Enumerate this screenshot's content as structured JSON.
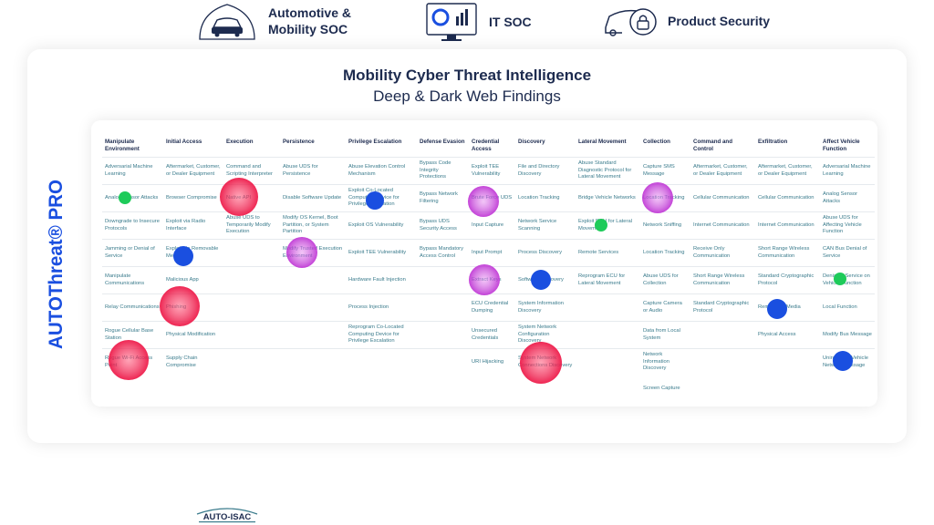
{
  "header": {
    "tiles": [
      {
        "label": "Automotive &\nMobility SOC",
        "icon": "car-shield-icon"
      },
      {
        "label": "IT SOC",
        "icon": "monitor-chart-icon"
      },
      {
        "label": "Product Security",
        "icon": "car-lock-icon"
      }
    ]
  },
  "card": {
    "title": "Mobility Cyber Threat Intelligence",
    "subtitle": "Deep & Dark Web Findings"
  },
  "brand": {
    "text": "AUTOThreat® PRO"
  },
  "logo": {
    "text": "AUTO-ISAC"
  },
  "matrix": {
    "columns": [
      {
        "header": "Manipulate Environment",
        "cells": [
          "Adversarial Machine Learning",
          "Analog Sensor Attacks",
          "Downgrade to Insecure Protocols",
          "Jamming or Denial of Service",
          "Manipulate Communications",
          "Relay Communications",
          "Rogue Cellular Base Station",
          "Rogue Wi-Fi Access Point",
          ""
        ]
      },
      {
        "header": "Initial Access",
        "cells": [
          "Aftermarket, Customer, or Dealer Equipment",
          "Browser Compromise",
          "Exploit via Radio Interface",
          "Exploit via Removable Media",
          "Malicious App",
          "Phishing",
          "Physical Modification",
          "Supply Chain Compromise",
          ""
        ]
      },
      {
        "header": "Execution",
        "cells": [
          "Command and Scripting Interpreter",
          "Native API",
          "Abuse UDS to Temporarily Modify Execution",
          "",
          "",
          "",
          "",
          "",
          ""
        ]
      },
      {
        "header": "Persistence",
        "cells": [
          "Abuse UDS for Persistence",
          "Disable Software Update",
          "Modify OS Kernel, Boot Partition, or System Partition",
          "Modify Trusted Execution Environment",
          "",
          "",
          "",
          "",
          ""
        ]
      },
      {
        "header": "Privilege Escalation",
        "cells": [
          "Abuse Elevation Control Mechanism",
          "Exploit Co-Located Computing Device for Privilege Escalation",
          "Exploit OS Vulnerability",
          "Exploit TEE Vulnerability",
          "Hardware Fault Injection",
          "Process Injection",
          "Reprogram Co-Located Computing Device for Privilege Escalation",
          "",
          ""
        ]
      },
      {
        "header": "Defense Evasion",
        "cells": [
          "Bypass Code Integrity Protections",
          "Bypass Network Filtering",
          "Bypass UDS Security Access",
          "Bypass Mandatory Access Control",
          "",
          "",
          "",
          "",
          ""
        ]
      },
      {
        "header": "Credential Access",
        "cells": [
          "Exploit TEE Vulnerability",
          "Brute Force UDS",
          "Input Capture",
          "Input Prompt",
          "Extract Keys",
          "ECU Credential Dumping",
          "Unsecured Credentials",
          "URI Hijacking",
          ""
        ]
      },
      {
        "header": "Discovery",
        "cells": [
          "File and Directory Discovery",
          "Location Tracking",
          "Network Service Scanning",
          "Process Discovery",
          "Software Discovery",
          "System Information Discovery",
          "System Network Configuration Discovery",
          "System Network Connections Discovery",
          ""
        ]
      },
      {
        "header": "Lateral Movement",
        "cells": [
          "Abuse Standard Diagnostic Protocol for Lateral Movement",
          "Bridge Vehicle Networks",
          "Exploit ECU for Lateral Movement",
          "Remote Services",
          "Reprogram ECU for Lateral Movement",
          "",
          "",
          "",
          ""
        ]
      },
      {
        "header": "Collection",
        "cells": [
          "Capture SMS Message",
          "Location Tracking",
          "Network Sniffing",
          "Location Tracking",
          "Abuse UDS for Collection",
          "Capture Camera or Audio",
          "Data from Local System",
          "Network Information Discovery",
          "Screen Capture"
        ]
      },
      {
        "header": "Command and Control",
        "cells": [
          "Aftermarket, Customer, or Dealer Equipment",
          "Cellular Communication",
          "Internet Communication",
          "Receive Only Communication",
          "Short Range Wireless Communication",
          "Standard Cryptographic Protocol",
          "",
          "",
          ""
        ]
      },
      {
        "header": "Exfiltration",
        "cells": [
          "Aftermarket, Customer, or Dealer Equipment",
          "Cellular Communication",
          "Internet Communication",
          "Short Range Wireless Communication",
          "Standard Cryptographic Protocol",
          "Removable Media",
          "Physical Access",
          "",
          ""
        ]
      },
      {
        "header": "Affect Vehicle Function",
        "cells": [
          "Adversarial Machine Learning",
          "Analog Sensor Attacks",
          "Abuse UDS for Affecting Vehicle Function",
          "CAN Bus Denial of Service",
          "Denial of Service on Vehicle Function",
          "Local Function",
          "Modify Bus Message",
          "Unintended Vehicle Network Message",
          ""
        ]
      }
    ]
  },
  "colors": {
    "navy": "#1d2b4f",
    "cell_text": "#3a7b8c",
    "dot_red": "#ee1b4a",
    "dot_purple": "#c13ad6",
    "dot_blue": "#1a4fe0",
    "dot_green": "#1ecb5a",
    "brand_blue": "#1a4fe0"
  }
}
